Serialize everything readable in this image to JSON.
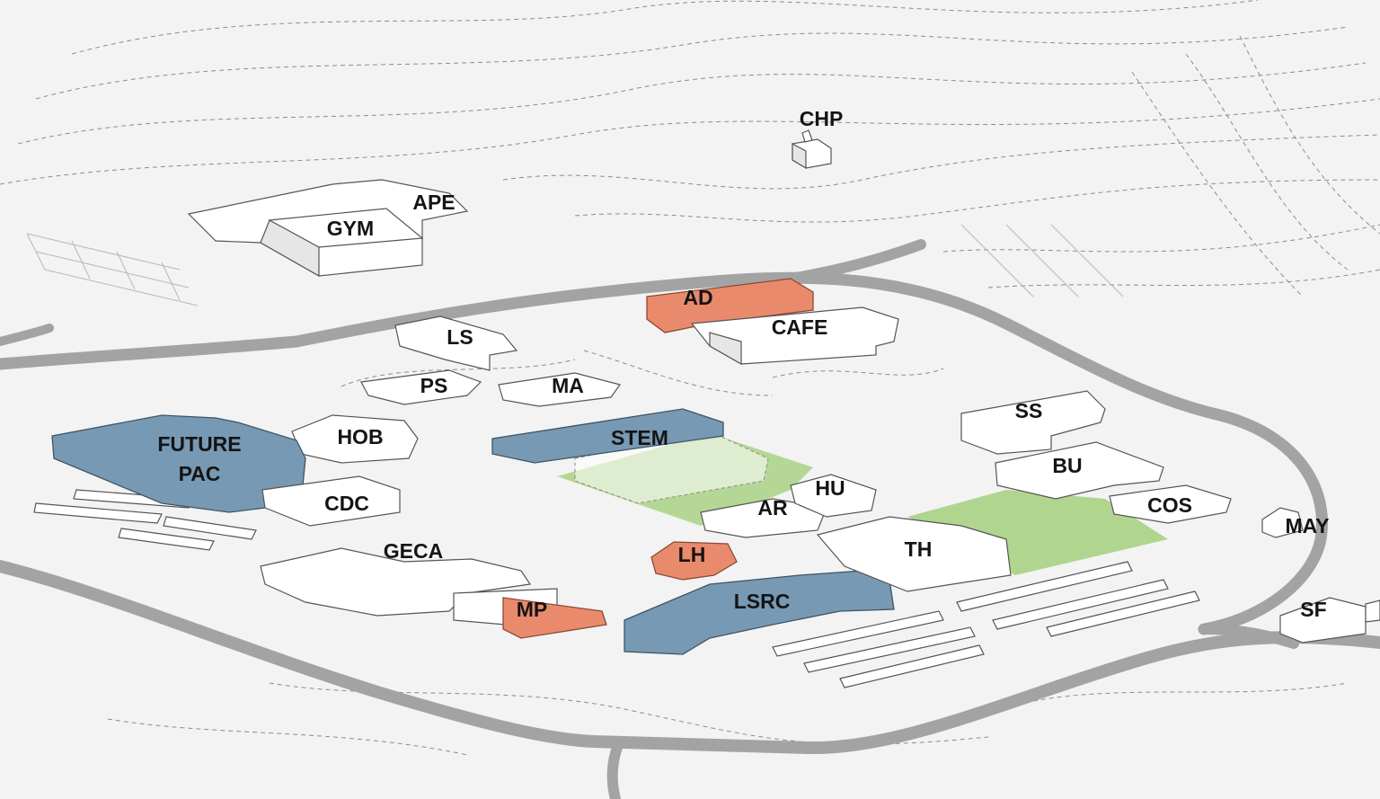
{
  "map": {
    "colors": {
      "background": "#f3f3f3",
      "road": "#a3a3a3",
      "future": "#7799b3",
      "modernize": "#ea8a6c",
      "open_space": "#a9d184",
      "building": "#ffffff"
    },
    "buildings": [
      {
        "id": "chp",
        "label": "CHP",
        "category": "existing"
      },
      {
        "id": "ape",
        "label": "APE",
        "category": "existing"
      },
      {
        "id": "gym",
        "label": "GYM",
        "category": "existing"
      },
      {
        "id": "ad",
        "label": "AD",
        "category": "modernize"
      },
      {
        "id": "cafe",
        "label": "CAFE",
        "category": "existing"
      },
      {
        "id": "ls",
        "label": "LS",
        "category": "existing"
      },
      {
        "id": "ps",
        "label": "PS",
        "category": "existing"
      },
      {
        "id": "ma",
        "label": "MA",
        "category": "existing"
      },
      {
        "id": "hob",
        "label": "HOB",
        "category": "existing"
      },
      {
        "id": "future-pac-1",
        "label": "FUTURE",
        "category": "future"
      },
      {
        "id": "future-pac-2",
        "label": "PAC",
        "category": "future"
      },
      {
        "id": "stem",
        "label": "STEM",
        "category": "future"
      },
      {
        "id": "ss",
        "label": "SS",
        "category": "existing"
      },
      {
        "id": "bu",
        "label": "BU",
        "category": "existing"
      },
      {
        "id": "cos",
        "label": "COS",
        "category": "existing"
      },
      {
        "id": "may",
        "label": "MAY",
        "category": "existing"
      },
      {
        "id": "hu",
        "label": "HU",
        "category": "existing"
      },
      {
        "id": "ar",
        "label": "AR",
        "category": "existing"
      },
      {
        "id": "cdc",
        "label": "CDC",
        "category": "existing"
      },
      {
        "id": "geca",
        "label": "GECA",
        "category": "existing"
      },
      {
        "id": "lh",
        "label": "LH",
        "category": "modernize"
      },
      {
        "id": "th",
        "label": "TH",
        "category": "existing"
      },
      {
        "id": "lsrc",
        "label": "LSRC",
        "category": "future"
      },
      {
        "id": "mp",
        "label": "MP",
        "category": "modernize"
      },
      {
        "id": "sf",
        "label": "SF",
        "category": "existing"
      }
    ]
  }
}
